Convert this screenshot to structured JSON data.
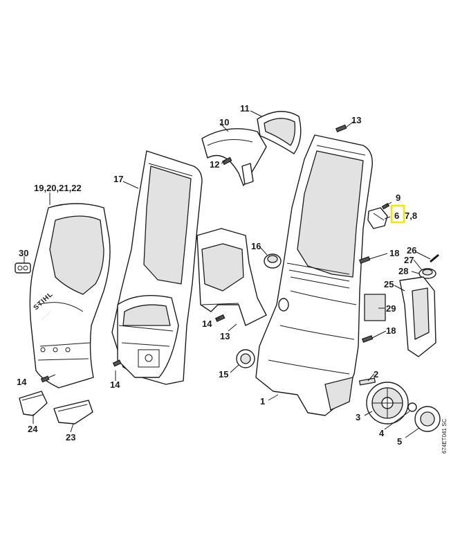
{
  "drawing_code": "674ET041 SC",
  "brand_label": "STIHL",
  "highlight_color": "#f2e600",
  "callouts": {
    "c1": "1",
    "c2": "2",
    "c3": "3",
    "c4": "4",
    "c5": "5",
    "c6": "6",
    "c78": "7,8",
    "c9": "9",
    "c10": "10",
    "c11": "11",
    "c12": "12",
    "c13a": "13",
    "c13b": "13",
    "c14a": "14",
    "c14b": "14",
    "c14c": "14",
    "c15": "15",
    "c16": "16",
    "c17": "17",
    "c18a": "18",
    "c18b": "18",
    "c19": "19,20,21,22",
    "c23": "23",
    "c24": "24",
    "c25": "25",
    "c26": "26",
    "c27": "27",
    "c28": "28",
    "c29": "29",
    "c30": "30"
  }
}
